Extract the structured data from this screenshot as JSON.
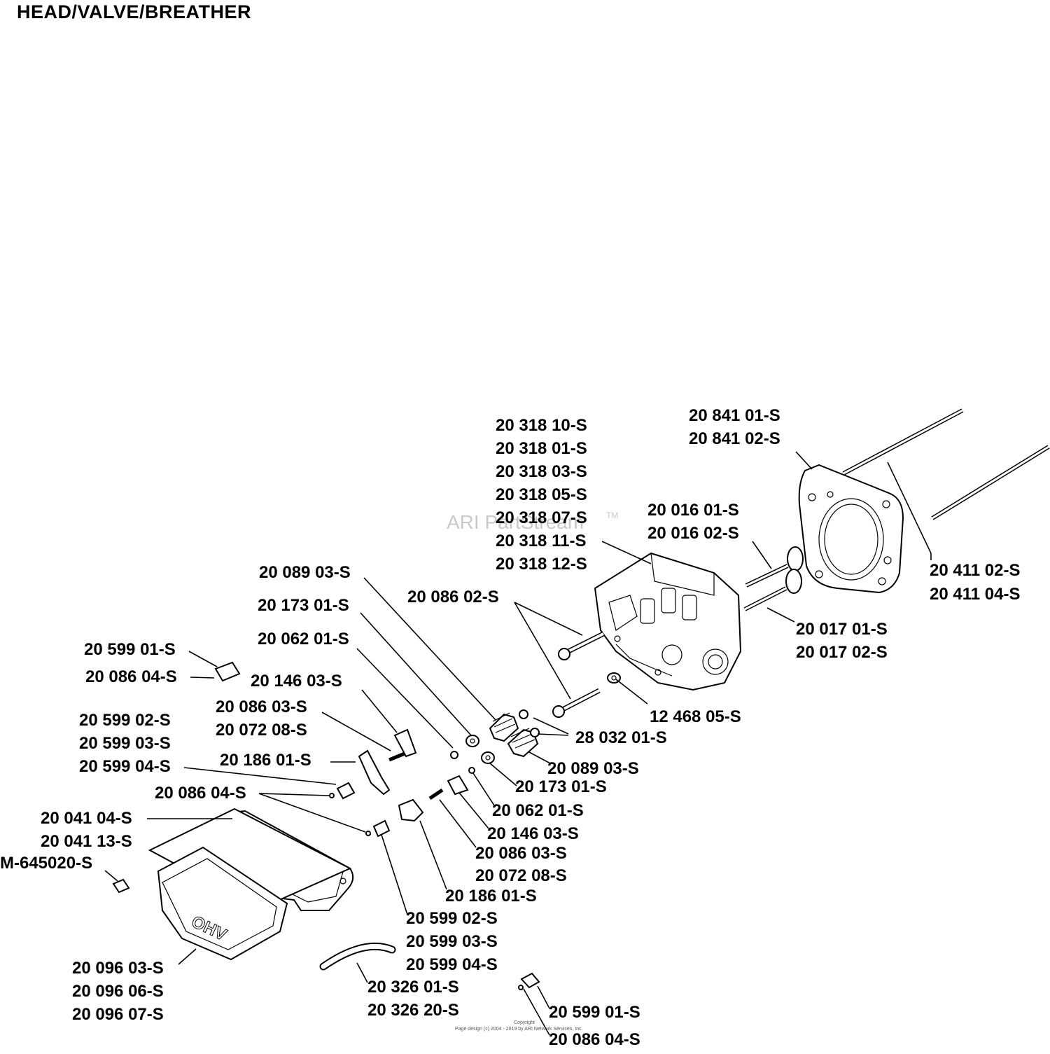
{
  "title": "HEAD/VALVE/BREATHER",
  "watermark": "ARI PartStream",
  "watermark_tm": "TM",
  "copyright": [
    "Copyright",
    "Page design (c) 2004 - 2019 by ARI Network Services, Inc."
  ],
  "labels": [
    "20 318 10-S",
    "20 318 01-S",
    "20 318 03-S",
    "20 318 05-S",
    "20 318 07-S",
    "20 318 11-S",
    "20 318 12-S",
    "20 841 01-S",
    "20 841 02-S",
    "20 016 01-S",
    "20 016 02-S",
    "20 411 02-S",
    "20 411 04-S",
    "20 089 03-S",
    "20 173 01-S",
    "20 062 01-S",
    "20 086 02-S",
    "20 017 01-S",
    "20 017 02-S",
    "20 599 01-S",
    "20 086 04-S",
    "20 146 03-S",
    "20 086 03-S",
    "20 072 08-S",
    "20 599 02-S",
    "20 599 03-S",
    "20 599 04-S",
    "20 186 01-S",
    "20 086 04-S",
    "12 468 05-S",
    "28 032 01-S",
    "20 089 03-S",
    "20 173 01-S",
    "20 062 01-S",
    "20 146 03-S",
    "20 086 03-S",
    "20 072 08-S",
    "20 186 01-S",
    "20 599 02-S",
    "20 599 03-S",
    "20 599 04-S",
    "20 041 04-S",
    "20 041 13-S",
    "M-645020-S",
    "20 096 03-S",
    "20 096 06-S",
    "20 096 07-S",
    "20 326 01-S",
    "20 326 20-S",
    "20 599 01-S",
    "20 086 04-S"
  ]
}
